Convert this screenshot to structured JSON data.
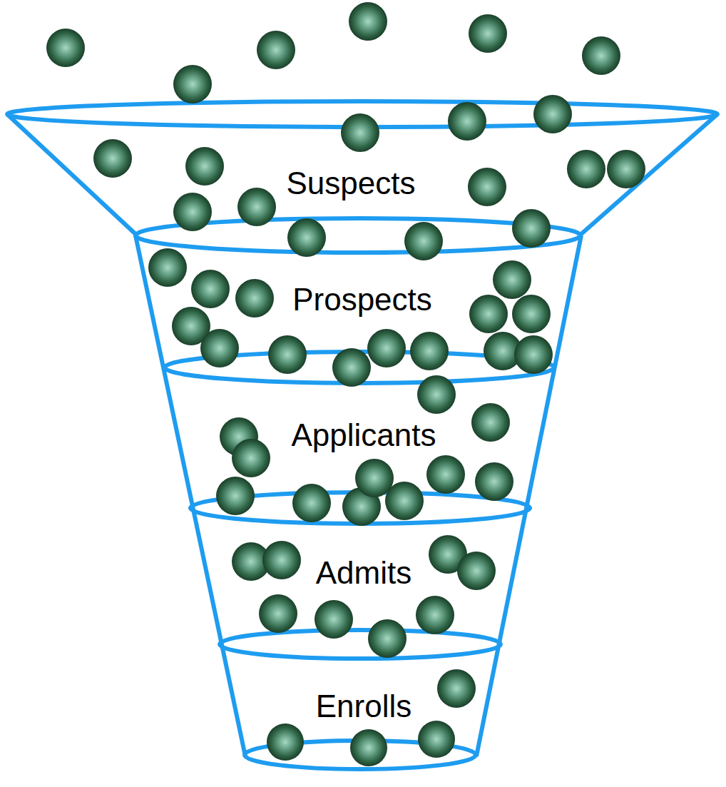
{
  "diagram": {
    "nodes": [
      {
        "text": [
          "Suspects"
        ]
      },
      {
        "text": [
          "Prospects"
        ]
      },
      {
        "text": [
          "Applicants"
        ]
      },
      {
        "text": [
          "Admits"
        ]
      },
      {
        "text": [
          "Enrolls"
        ]
      }
    ]
  }
}
